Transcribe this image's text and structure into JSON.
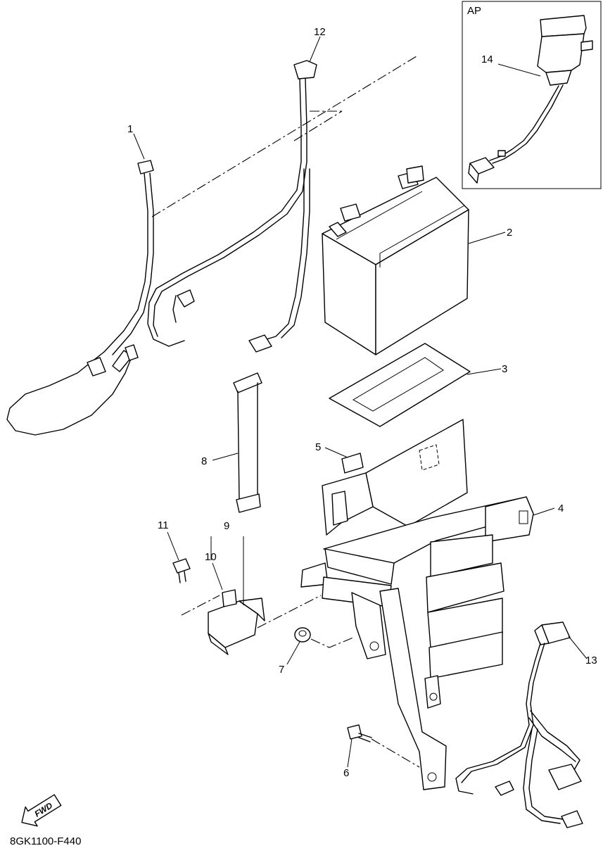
{
  "diagram_code": "8GK1100-F440",
  "fwd_label": "FWD",
  "ap_label": "AP",
  "callouts": [
    "1",
    "2",
    "3",
    "4",
    "5",
    "6",
    "7",
    "8",
    "9",
    "10",
    "11",
    "12",
    "13",
    "14"
  ]
}
